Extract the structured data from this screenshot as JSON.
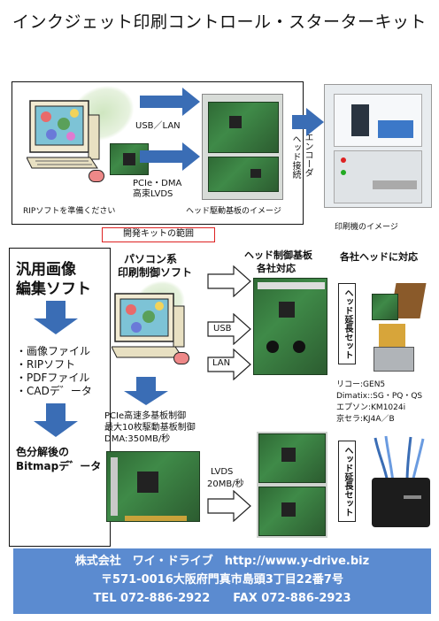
{
  "title": "インクジェット印刷コントロール・スターターキット",
  "top": {
    "usb_lan": "USB／LAN",
    "pcie_dma": "PCIe・DMA",
    "high_speed_lvds": "高束LVDS",
    "rip_prepare": "RIPソフトを準備ください",
    "head_board_image": "ヘッド駆動基板のイメージ",
    "head_connector": "ヘッド接続",
    "encoder": "エンコーダ",
    "printer_image": "印刷機のイメージ",
    "dev_kit_range": "開発キットの範囲"
  },
  "left": {
    "heading_line1": "汎用画像",
    "heading_line2": "編集ソフト",
    "items": [
      "・画像ファイル",
      "・RIPソフト",
      "・PDFファイル",
      "・CADデ゛ータ"
    ],
    "bottom_line1": "色分解後の",
    "bottom_line2": "Bitmapデ゛ータ"
  },
  "middle": {
    "pc_line1": "パソコン系",
    "pc_line2": "印刷制御ソフト",
    "pcie_line1": "PCIe高速多基板制御",
    "pcie_line2": "最大10枚駆動基板制御",
    "dma_speed": "DMA:350MB/秒",
    "usb": "USB",
    "lan": "LAN",
    "lvds": "LVDS",
    "lvds_speed": "20MB/秒"
  },
  "right": {
    "board_heading_line1": "ヘッド制御基板",
    "board_heading_line2": "各社対応",
    "heads_heading": "各社ヘッドに対応",
    "ext_set_1": "ヘッド延長セット",
    "ext_set_2": "ヘッド延長セット",
    "makers": [
      "リコー:GEN5",
      "Dimatix::SG・PQ・QS",
      "エプソン:KM1024i",
      "京セラ:KJ4A／B"
    ]
  },
  "footer": {
    "line1": "株式会社　ワイ・ドライブ　http://www.y-drive.biz",
    "line2": "〒571-0016大阪府門真市島頭3丁目22番7号",
    "line3": "TEL 072-886-2922　　FAX 072-886-2923"
  },
  "colors": {
    "accent_blue": "#3a6db5",
    "footer_blue": "#5b8bd0",
    "kit_border": "#dd2222"
  }
}
